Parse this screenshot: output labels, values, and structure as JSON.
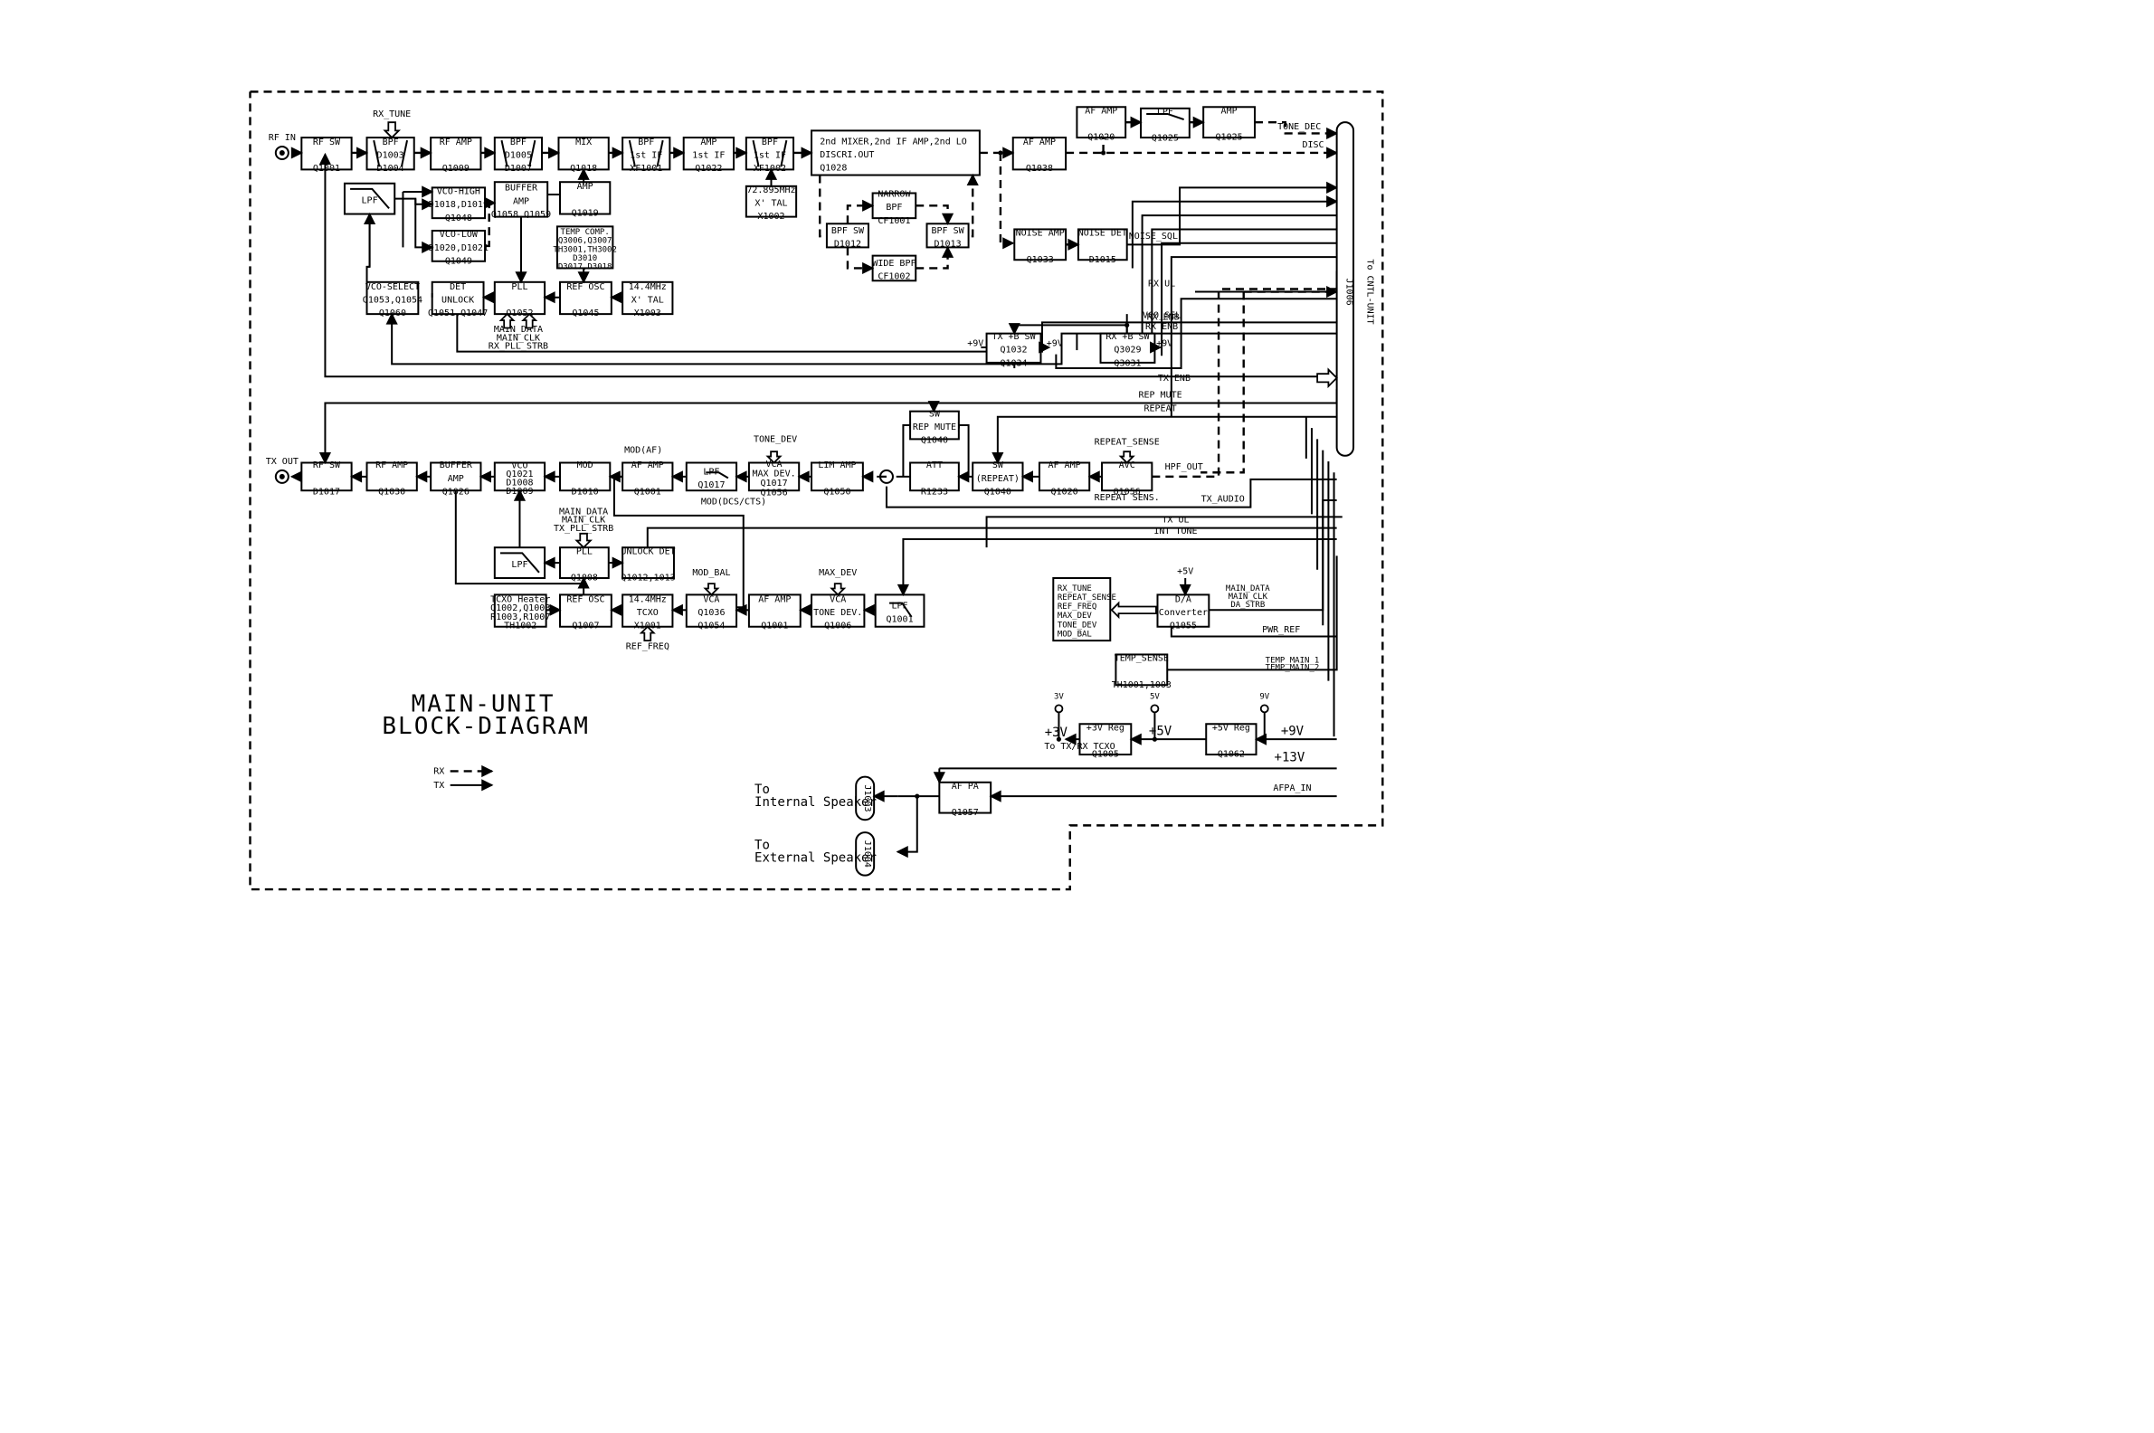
{
  "diagram_title": {
    "line1": "MAIN-UNIT",
    "line2": "BLOCK-DIAGRAM"
  },
  "legend": {
    "rx": "RX",
    "tx": "TX"
  },
  "ports": {
    "rf_in": "RF IN",
    "tx_out": "TX OUT"
  },
  "connectors": {
    "j1006": "J1006",
    "j1006_dest": "To CNTL-UNIT",
    "j1003": "J1003",
    "j1003_dest": [
      "To",
      "Internal Speaker"
    ],
    "j1004": "J1004",
    "j1004_dest": [
      "To",
      "External Speaker"
    ]
  },
  "blocks": [
    {
      "id": "rf-sw-rx",
      "lines": [
        "RF SW",
        "",
        "Q1001"
      ]
    },
    {
      "id": "bpf-1",
      "lines": [
        "BPF",
        "D1003",
        "D1004"
      ]
    },
    {
      "id": "rf-amp-rx",
      "lines": [
        "RF AMP",
        "",
        "Q1009"
      ]
    },
    {
      "id": "bpf-2",
      "lines": [
        "BPF",
        "D1005",
        "D1007"
      ]
    },
    {
      "id": "mix",
      "lines": [
        "MIX",
        "",
        "Q1018"
      ]
    },
    {
      "id": "bpf-1st-if-1",
      "lines": [
        "BPF",
        "1st IF",
        "XF1001"
      ]
    },
    {
      "id": "amp-1st-if",
      "lines": [
        "AMP",
        "1st IF",
        "Q1022"
      ]
    },
    {
      "id": "bpf-1st-if-2",
      "lines": [
        "BPF",
        "1st IF",
        "XF1002"
      ]
    },
    {
      "id": "second-mixer",
      "lines": [
        "2nd MIXER,2nd IF AMP,2nd LO",
        "DISCRI.OUT",
        "Q1028"
      ]
    },
    {
      "id": "af-amp-rx",
      "lines": [
        "AF AMP",
        "",
        "Q1038"
      ]
    },
    {
      "id": "af-amp-tone",
      "lines": [
        "AF AMP",
        "",
        "Q1020"
      ]
    },
    {
      "id": "lpf-tone",
      "lines": [
        "LPF",
        "",
        "Q1025"
      ]
    },
    {
      "id": "amp-tone",
      "lines": [
        "AMP",
        "",
        "Q1025"
      ]
    },
    {
      "id": "lpf-vco",
      "lines": [
        "LPF"
      ]
    },
    {
      "id": "vco-high",
      "lines": [
        "VCO-HIGH",
        "D1018,D1019",
        "Q1048"
      ]
    },
    {
      "id": "vco-low",
      "lines": [
        "VCO-LOW",
        "D1020,D1021",
        "Q1049"
      ]
    },
    {
      "id": "buffer-amp-rx",
      "lines": [
        "BUFFER",
        "AMP",
        "Q1058,Q1059"
      ]
    },
    {
      "id": "amp-lo",
      "lines": [
        "AMP",
        "",
        "Q1019"
      ]
    },
    {
      "id": "xtal-72",
      "lines": [
        "72.895MHz",
        "X' TAL",
        "X1002"
      ]
    },
    {
      "id": "temp-comp",
      "lines": [
        "TEMP COMP.",
        "Q3006,Q3007",
        "TH3001,TH3002",
        "D3010",
        "D3017,D3018"
      ]
    },
    {
      "id": "narrow-bpf",
      "lines": [
        "NARROW",
        "BPF",
        "CF1001"
      ]
    },
    {
      "id": "bpf-sw-1",
      "lines": [
        "BPF SW",
        "D1012"
      ]
    },
    {
      "id": "bpf-sw-2",
      "lines": [
        "BPF SW",
        "D1013"
      ]
    },
    {
      "id": "wide-bpf",
      "lines": [
        "WIDE BPF",
        "CF1002"
      ]
    },
    {
      "id": "noise-amp",
      "lines": [
        "NOISE AMP",
        "",
        "Q1033"
      ]
    },
    {
      "id": "noise-det",
      "lines": [
        "NOISE DET",
        "",
        "D1015"
      ]
    },
    {
      "id": "vco-select",
      "lines": [
        "VCO-SELECT",
        "Q1053,Q1054",
        "Q1060"
      ]
    },
    {
      "id": "det-unlock-rx",
      "lines": [
        "DET",
        "UNLOCK",
        "Q1051,Q1047"
      ]
    },
    {
      "id": "pll-rx",
      "lines": [
        "PLL",
        "",
        "Q1052"
      ]
    },
    {
      "id": "ref-osc-rx",
      "lines": [
        "REF OSC",
        "",
        "Q1045"
      ]
    },
    {
      "id": "xtal-14",
      "lines": [
        "14.4MHz",
        "X' TAL",
        "X1003"
      ]
    },
    {
      "id": "tx-8b-sw",
      "lines": [
        "TX +B SW",
        "Q1032",
        "Q1034"
      ]
    },
    {
      "id": "rx-8b-sw",
      "lines": [
        "RX +B  SW",
        "Q3029",
        "Q3031"
      ]
    },
    {
      "id": "rf-sw-tx",
      "lines": [
        "RF SW",
        "",
        "D1017"
      ]
    },
    {
      "id": "rf-amp-tx",
      "lines": [
        "RF AMP",
        "",
        "Q1030"
      ]
    },
    {
      "id": "buffer-amp-tx",
      "lines": [
        "BUFFER",
        "AMP",
        "Q1026"
      ]
    },
    {
      "id": "vco-tx",
      "lines": [
        "VCO",
        "Q1021",
        "D1008",
        "D1009"
      ]
    },
    {
      "id": "mod",
      "lines": [
        "MOD",
        "",
        "D1010"
      ]
    },
    {
      "id": "af-amp-mod",
      "lines": [
        "AF AMP",
        "",
        "Q1001"
      ]
    },
    {
      "id": "lpf-mod",
      "lines": [
        "LPF",
        "Q1017"
      ]
    },
    {
      "id": "vca-max-dev",
      "lines": [
        "VCA",
        "MAX DEV.",
        "Q1017",
        "Q1056"
      ]
    },
    {
      "id": "lim-amp",
      "lines": [
        "LIM AMP",
        "",
        "Q1050"
      ]
    },
    {
      "id": "sw-rep-mute",
      "lines": [
        "SW",
        "(REP MUTE)",
        "Q1040"
      ]
    },
    {
      "id": "att",
      "lines": [
        "ATT",
        "",
        "R1233"
      ]
    },
    {
      "id": "sw-repeat",
      "lines": [
        "SW",
        "(REPEAT)",
        "Q1040"
      ]
    },
    {
      "id": "af-amp-tx",
      "lines": [
        "AF AMP",
        "",
        "Q1020"
      ]
    },
    {
      "id": "avc",
      "lines": [
        "AVC",
        "",
        "Q1056"
      ]
    },
    {
      "id": "lpf-pll-tx",
      "lines": [
        "LPF"
      ]
    },
    {
      "id": "pll-tx",
      "lines": [
        "PLL",
        "",
        "Q1008"
      ]
    },
    {
      "id": "unlock-det-tx",
      "lines": [
        "UNLOCK DET",
        "",
        "Q1012,1013"
      ]
    },
    {
      "id": "tcxo-heater",
      "lines": [
        "TCXO Heater",
        "Q1002,Q1003",
        "R1003,R1007",
        "TH1002"
      ]
    },
    {
      "id": "ref-osc-tx",
      "lines": [
        "REF OSC",
        "",
        "Q1007"
      ]
    },
    {
      "id": "tcxo",
      "lines": [
        "14.4MHz",
        "TCXO",
        "X1001"
      ]
    },
    {
      "id": "vca-mod-bal",
      "lines": [
        "VCA",
        "Q1036",
        "Q1054"
      ]
    },
    {
      "id": "af-amp-tone-dev",
      "lines": [
        "AF AMP",
        "",
        "Q1001"
      ]
    },
    {
      "id": "vca-tone-dev",
      "lines": [
        "VCA",
        "TONE DEV.",
        "Q1006"
      ]
    },
    {
      "id": "lpf-int-tone",
      "lines": [
        "LPF",
        "Q1001"
      ]
    },
    {
      "id": "da-converter",
      "lines": [
        "D/A",
        "Converter",
        "Q1055"
      ]
    },
    {
      "id": "temp-sense",
      "lines": [
        "TEMP_SENSE",
        "",
        "TH1001,1003"
      ]
    },
    {
      "id": "reg-3v",
      "lines": [
        "+3V Reg",
        "",
        "Q1005"
      ]
    },
    {
      "id": "reg-5v",
      "lines": [
        "+5V Reg",
        "",
        "Q1062"
      ]
    },
    {
      "id": "af-pa",
      "lines": [
        "AF PA",
        "",
        "Q1057"
      ]
    }
  ],
  "da_outputs": [
    "RX_TUNE",
    "REPEAT_SENSE",
    "REF_FREQ",
    "MAX_DEV",
    "TONE_DEV",
    "MOD_BAL"
  ],
  "signals": {
    "rx_tune": "RX_TUNE",
    "tone_dec": "TONE_DEC",
    "disc": "DISC",
    "noise_sql": "NOISE_SQL",
    "rx_ul": "RX UL",
    "vco_sel": "VCO_SEL",
    "rx_enb": "RX ENB",
    "tx_enb": "TX ENB",
    "rep_mute": "REP MUTE",
    "repeat": "REPEAT",
    "repeat_sense": "REPEAT_SENSE",
    "repeat_sens": "REPEAT SENS.",
    "hpf_out": "HPF_OUT",
    "tx_audio": "TX_AUDIO",
    "tx_ul": "TX UL",
    "int_tone": "INT TONE",
    "mod_af": "MOD(AF)",
    "mod_dcs": "MOD(DCS/CTS)",
    "tone_dev": "TONE_DEV",
    "max_dev": "MAX_DEV",
    "mod_bal": "MOD_BAL",
    "ref_freq": "REF_FREQ",
    "pwr_ref": "PWR_REF",
    "temp_main": [
      "TEMP_MAIN_1",
      "TEMP_MAIN_2"
    ],
    "pll_bus_rx": [
      "MAIN_DATA",
      "MAIN_CLK",
      "RX_PLL_STRB"
    ],
    "pll_bus_tx": [
      "MAIN_DATA",
      "MAIN_CLK",
      "TX_PLL_STRB"
    ],
    "da_bus": [
      "MAIN_DATA",
      "MAIN_CLK",
      "DA_STRB"
    ],
    "afpa_in": "AFPA_IN"
  },
  "power": {
    "p9v_a": "+9V",
    "p9v_b": "+9V",
    "p9v_c": "+9V",
    "p5v_da": "+5V",
    "tp_3v": "3V",
    "tp_5v": "5V",
    "tp_9v": "9V",
    "out_3v": "+3V",
    "out_3v_dest": "To TX/RX TCXO",
    "out_5v": "+5V",
    "out_9v": "+9V",
    "out_13v": "+13V"
  }
}
